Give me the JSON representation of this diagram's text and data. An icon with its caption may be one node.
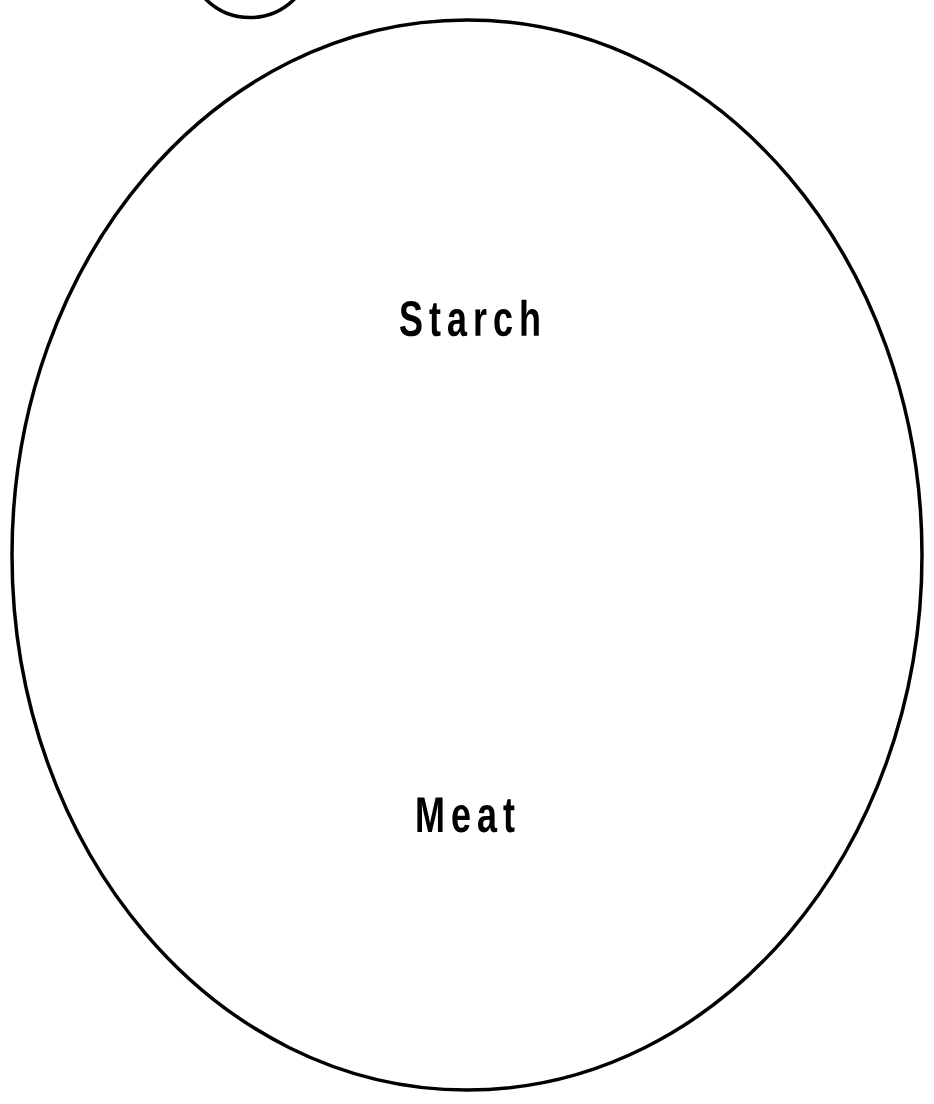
{
  "diagram": {
    "nodes": [
      {
        "text": [],
        "shape": "circle"
      },
      {
        "text": [
          "Starch",
          "Meat"
        ]
      }
    ]
  }
}
